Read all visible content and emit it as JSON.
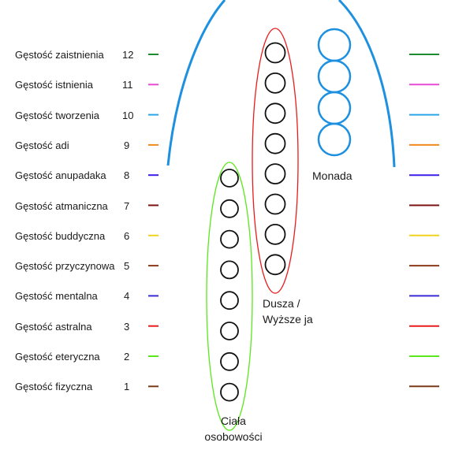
{
  "levels": [
    {
      "name": "Gęstość zaistnienia",
      "number": "12",
      "color": "#1e8c2e"
    },
    {
      "name": "Gęstość  istnienia",
      "number": "11",
      "color": "#e84ad6"
    },
    {
      "name": "Gęstość  tworzenia",
      "number": "10",
      "color": "#2aa6e8"
    },
    {
      "name": "Gęstość adi",
      "number": "9",
      "color": "#f08a1c"
    },
    {
      "name": "Gęstość anupadaka",
      "number": "8",
      "color": "#3a1ee8"
    },
    {
      "name": "Gęstość atmaniczna",
      "number": "7",
      "color": "#7a1010"
    },
    {
      "name": "Gęstość buddyczna",
      "number": "6",
      "color": "#f2d21c"
    },
    {
      "name": "Gęstość przyczynowa",
      "number": "5",
      "color": "#8a3a1a"
    },
    {
      "name": "Gęstość mentalna",
      "number": "4",
      "color": "#3a2ad8"
    },
    {
      "name": "Gęstość astralna",
      "number": "3",
      "color": "#e81c1c"
    },
    {
      "name": "Gęstość eteryczna",
      "number": "2",
      "color": "#5ae81c"
    },
    {
      "name": "Gęstość fizyczna",
      "number": "1",
      "color": "#7a3a1a"
    }
  ],
  "groups": {
    "monada": {
      "label": "Monada",
      "color": "#1e90e0",
      "circle_count": 4
    },
    "dusza": {
      "label_line1": "Dusza /",
      "label_line2": "Wyższe ja",
      "color": "#e81c1c",
      "circle_count": 8
    },
    "ciala": {
      "label_line1": "Ciała",
      "label_line2": "osobowości",
      "color": "#5ae81c",
      "circle_count": 8
    }
  },
  "arch_color": "#1e90e0"
}
